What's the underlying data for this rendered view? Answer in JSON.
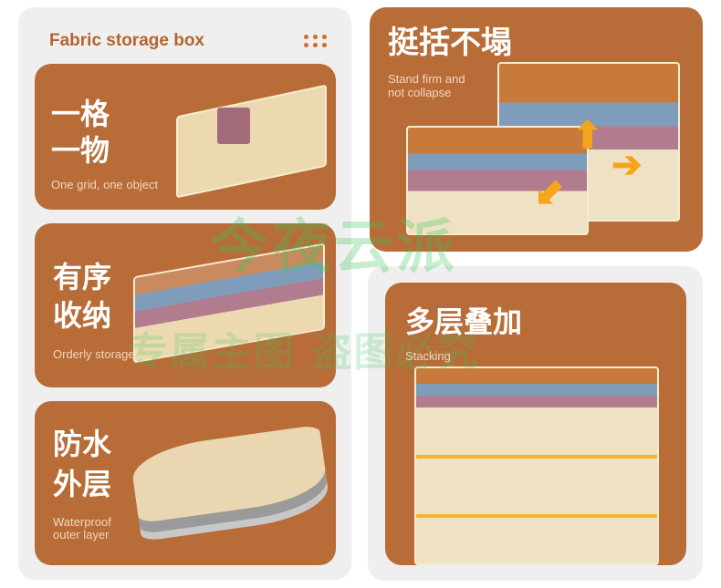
{
  "header": {
    "title": "Fabric storage box",
    "menu_icon": "dots-grid-icon"
  },
  "features": [
    {
      "cn": "一格\n一物",
      "cn1": "一格",
      "cn2": "一物",
      "en": "One grid, one object"
    },
    {
      "cn1": "有序",
      "cn2": "收纳",
      "en": "Orderly storage"
    },
    {
      "cn1": "防水",
      "cn2": "外层",
      "en1": "Waterproof",
      "en2": "outer layer"
    },
    {
      "cn": "挺括不塌",
      "en1": "Stand firm and",
      "en2": "not collapse"
    },
    {
      "cn": "多层叠加",
      "en": "Stacking"
    }
  ],
  "watermark": {
    "line1": "今夜云派",
    "line2": "专属主图 盗图必究"
  },
  "colors": {
    "card": "#b86c38",
    "panel": "#efefef",
    "accent": "#f5a51c",
    "box": "#ecd9b0"
  }
}
